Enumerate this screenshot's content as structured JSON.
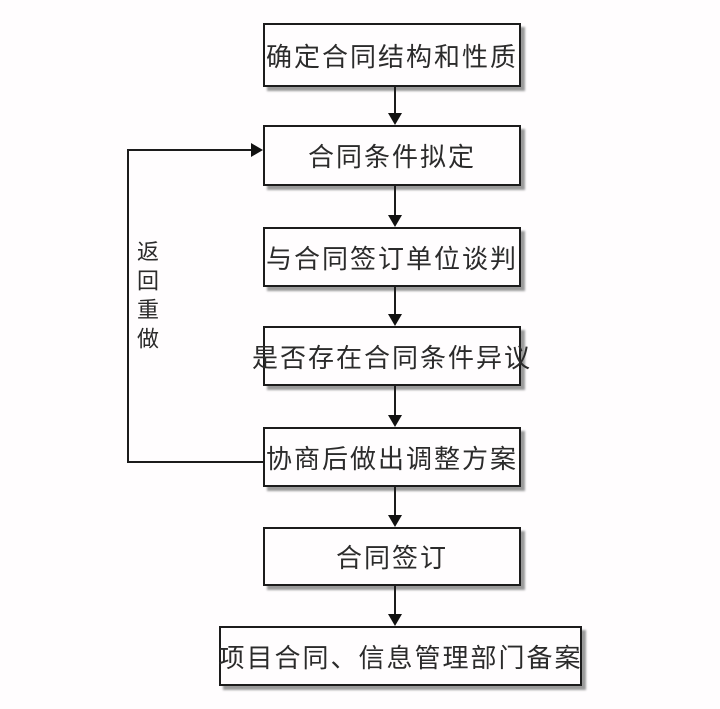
{
  "flowchart": {
    "nodes": [
      {
        "label": "确定合同结构和性质"
      },
      {
        "label": "合同条件拟定"
      },
      {
        "label": "与合同签订单位谈判"
      },
      {
        "label": "是否存在合同条件异议"
      },
      {
        "label": "协商后做出调整方案"
      },
      {
        "label": "合同签订"
      },
      {
        "label": "项目合同、信息管理部门备案"
      }
    ],
    "loop_label": "返回重做"
  }
}
